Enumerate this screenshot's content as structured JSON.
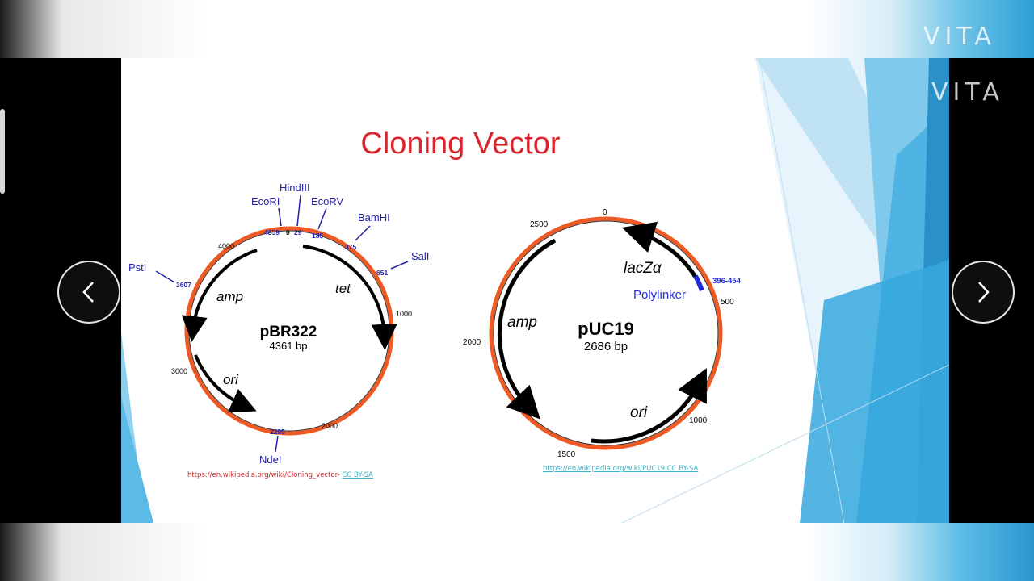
{
  "watermarks": [
    "VITA",
    "VITA"
  ],
  "slide": {
    "title": "Cloning Vector"
  },
  "nav": {
    "prev_icon": "chevron-left-icon",
    "next_icon": "chevron-right-icon"
  },
  "pbr322": {
    "name": "pBR322",
    "size": "4361 bp",
    "genes": {
      "amp": "amp",
      "tet": "tet",
      "ori": "ori"
    },
    "ticks": {
      "t4000": "4000",
      "t3000": "3000",
      "t2000": "2000",
      "t1000": "1000"
    },
    "sites": {
      "ecori": {
        "name": "EcoRI",
        "pos": "4359"
      },
      "hindiii": {
        "name": "HindIII",
        "pos": "29"
      },
      "zero": "0",
      "ecorv": {
        "name": "EcoRV",
        "pos": "185"
      },
      "bamhi": {
        "name": "BamHI",
        "pos": "375"
      },
      "sali": {
        "name": "SalI",
        "pos": "651"
      },
      "psti": {
        "name": "PstI",
        "pos": "3607"
      },
      "ndei": {
        "name": "NdeI",
        "pos": "2295"
      }
    },
    "credit_url": "https://en.wikipedia.org/wiki/Cloning_vector-",
    "credit_license": "CC BY-SA"
  },
  "puc19": {
    "name": "pUC19",
    "size": "2686 bp",
    "genes": {
      "amp": "amp",
      "ori": "ori",
      "lacz": "lacZα"
    },
    "polylinker": "Polylinker",
    "polylinker_range": "396-454",
    "ticks": {
      "t0": "0",
      "t500": "500",
      "t1000": "1000",
      "t1500": "1500",
      "t2000": "2000",
      "t2500": "2500"
    },
    "credit": "https://en.wikipedia.org/wiki/PUC19 CC BY-SA"
  },
  "colors": {
    "title_red": "#d9252b",
    "circle_orange": "#ef5a24",
    "site_blue": "#2222aa",
    "polylinker_blue": "#1f2bd6",
    "accent_blue": "#2e9fd6"
  }
}
